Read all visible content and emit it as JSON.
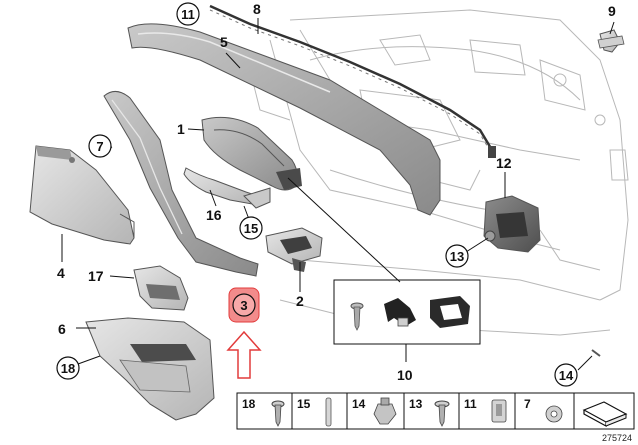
{
  "labels": {
    "p1": "1",
    "p2": "2",
    "p3": "3",
    "p4": "4",
    "p5": "5",
    "p6": "6",
    "p7": "7",
    "p8": "8",
    "p9": "9",
    "p10": "10",
    "p11": "11",
    "p12": "12",
    "p13": "13",
    "p14": "14",
    "p15": "15",
    "p16": "16",
    "p17": "17",
    "p18": "18"
  },
  "legend": [
    "18",
    "15",
    "14",
    "13",
    "11",
    "7"
  ],
  "doc_id": "275724",
  "colors": {
    "highlight": "#e23b3b",
    "highlight_fill": "#f28b8b",
    "part_light": "#dcdcdc",
    "part_mid": "#b4b4b4",
    "part_dark": "#6f6f6f"
  }
}
